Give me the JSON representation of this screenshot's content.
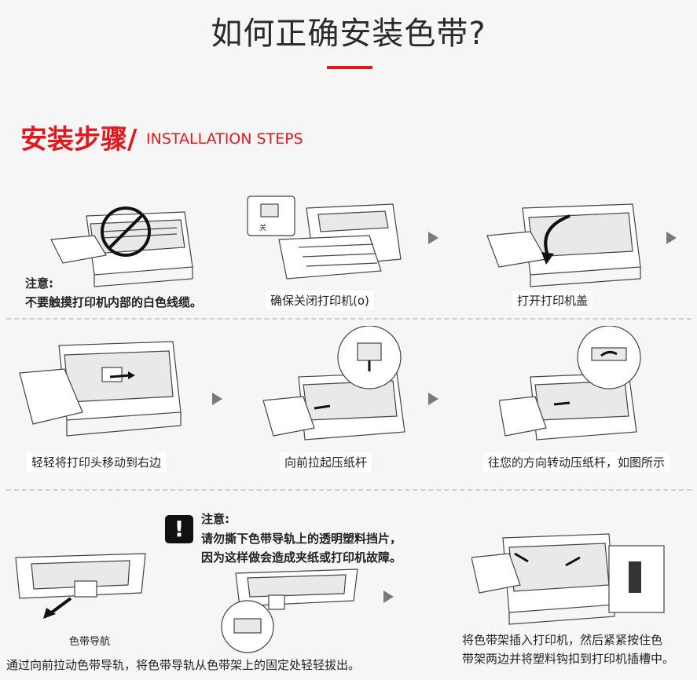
{
  "header": {
    "title": "如何正确安装色带?",
    "steps_heading": "安装步骤/",
    "steps_sub": "INSTALLATION STEPS"
  },
  "steps": {
    "s1_note_title": "注意:",
    "s1_note_text": "不要触摸打印机内部的白色线缆。",
    "s2_caption": "确保关闭打印机(o)",
    "s2_small": "关",
    "s3_caption": "打开打印机盖",
    "s4_caption": "轻轻将打印头移动到右边",
    "s5_caption": "向前拉起压纸杆",
    "s6_caption": "往您的方向转动压纸杆，如图所示",
    "ribbon_label": "色带导航",
    "s7_caption": "通过向前拉动色带导轨，将色带导轨从色带架上的固定处轻轻拔出。",
    "warn_title": "注意:",
    "warn_line1": "请勿撕下色带导轨上的透明塑料挡片，",
    "warn_line2": "因为这样做会造成夹纸或打印机故障。",
    "s9_line1": "将色带架插入打印机，然后紧紧按住色",
    "s9_line2": "带架两边并将塑料钩扣到打印机插槽中。"
  },
  "colors": {
    "accent": "#e0191f",
    "arrow": "#7a7a7a"
  },
  "icons": {
    "arrow": "triangle-right",
    "warning": "exclamation"
  }
}
